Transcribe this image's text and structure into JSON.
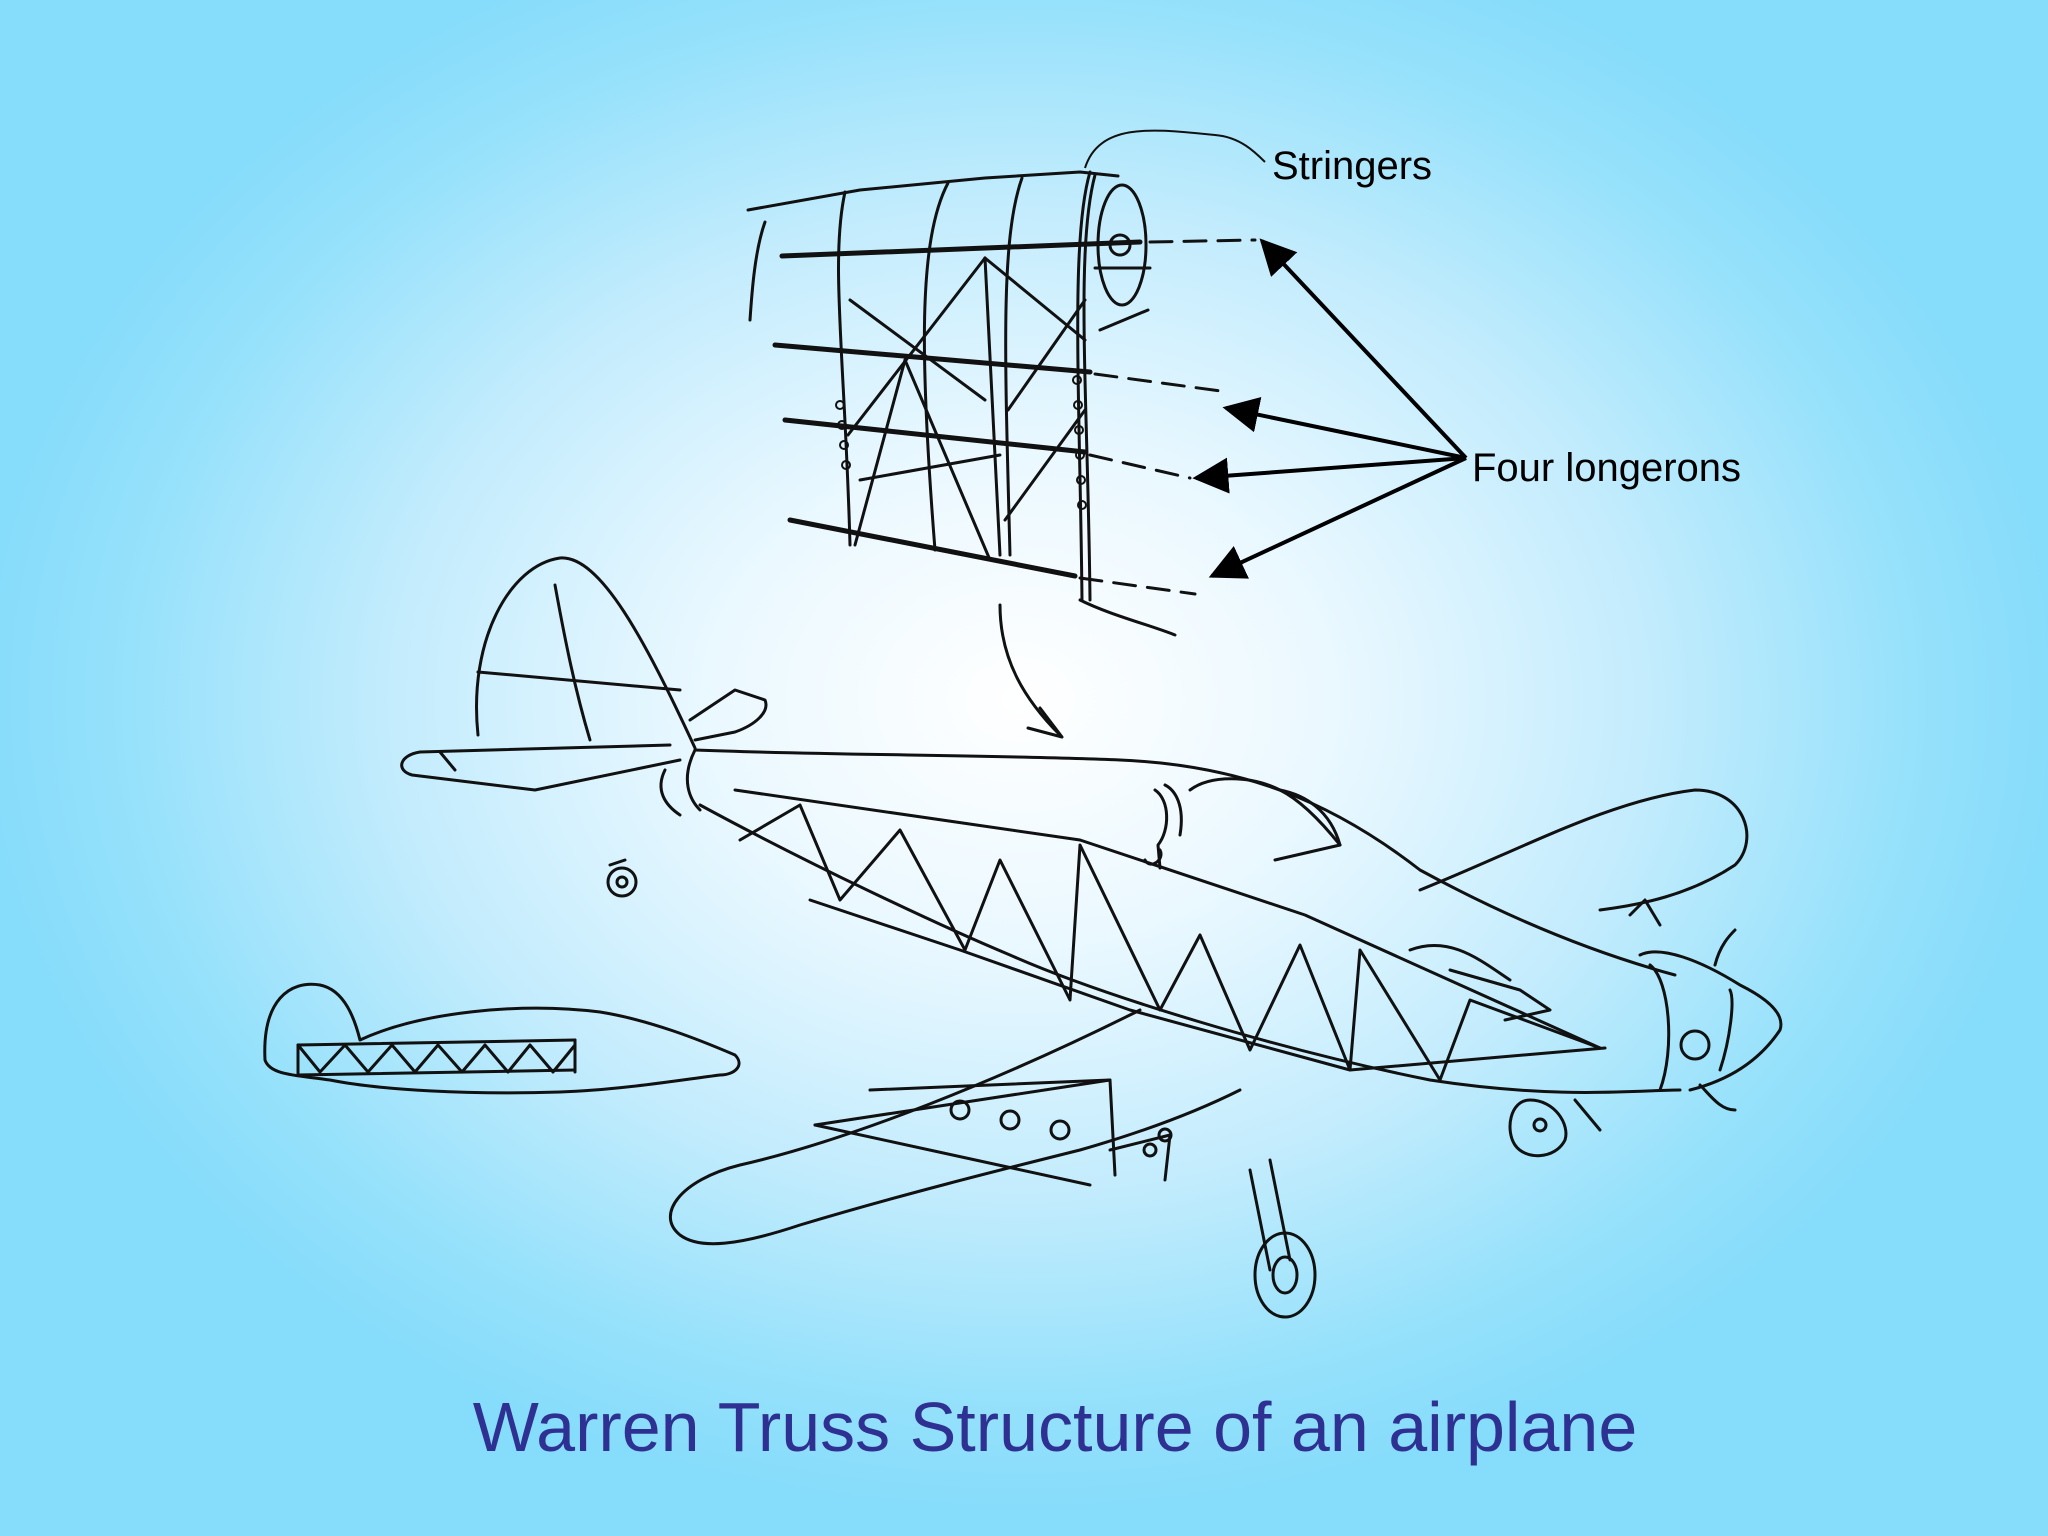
{
  "colors": {
    "title": "#2e3192",
    "label": "#000000",
    "line_art": "#111111",
    "background_edge": "#85dcfb",
    "background_center": "#ffffff"
  },
  "labels": {
    "stringers": "Stringers",
    "longerons": "Four longerons"
  },
  "title": "Warren Truss Structure of an airplane"
}
